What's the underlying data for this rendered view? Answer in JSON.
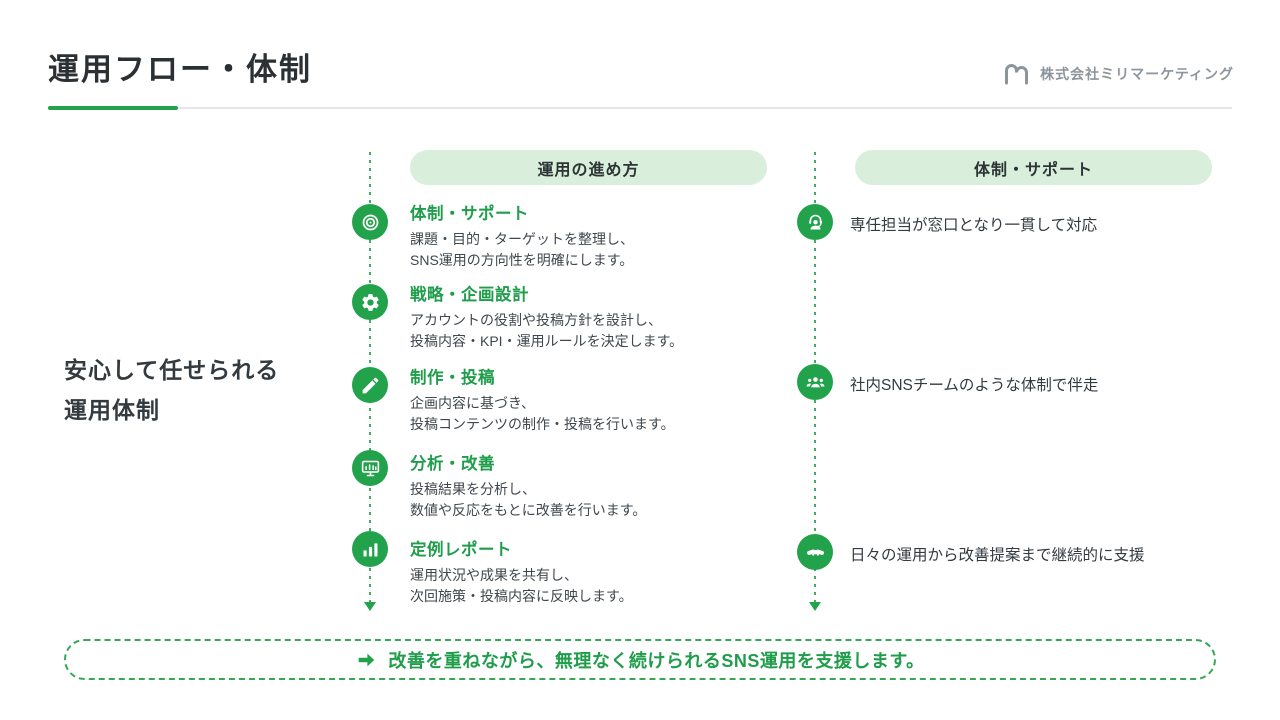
{
  "colors": {
    "accent": "#22a24b",
    "pill_bg": "#d9efdc"
  },
  "header": {
    "title": "運用フロー・体制",
    "company": "株式会社ミリマーケティング"
  },
  "left_headline": {
    "line1": "安心して任せられる",
    "line2": "運用体制"
  },
  "flow": {
    "header": "運用の進め方",
    "steps": [
      {
        "icon": "target-icon",
        "title": "体制・サポート",
        "desc": [
          "課題・目的・ターゲットを整理し、",
          "SNS運用の方向性を明確にします。"
        ]
      },
      {
        "icon": "gear-icon",
        "title": "戦略・企画設計",
        "desc": [
          "アカウントの役割や投稿方針を設計し、",
          "投稿内容・KPI・運用ルールを決定します。"
        ]
      },
      {
        "icon": "pencil-icon",
        "title": "制作・投稿",
        "desc": [
          "企画内容に基づき、",
          "投稿コンテンツの制作・投稿を行います。"
        ]
      },
      {
        "icon": "monitor-chart-icon",
        "title": "分析・改善",
        "desc": [
          "投稿結果を分析し、",
          "数値や反応をもとに改善を行います。"
        ]
      },
      {
        "icon": "bar-chart-icon",
        "title": "定例レポート",
        "desc": [
          "運用状況や成果を共有し、",
          "次回施策・投稿内容に反映します。"
        ]
      }
    ]
  },
  "support": {
    "header": "体制・サポート",
    "items": [
      {
        "icon": "headset-agent-icon",
        "text": "専任担当が窓口となり一貫して対応"
      },
      {
        "icon": "team-icon",
        "text": "社内SNSチームのような体制で伴走"
      },
      {
        "icon": "handshake-icon",
        "text": "日々の運用から改善提案まで継続的に支援"
      }
    ]
  },
  "footer": {
    "text": "改善を重ねながら、無理なく続けられるSNS運用を支援します。"
  }
}
